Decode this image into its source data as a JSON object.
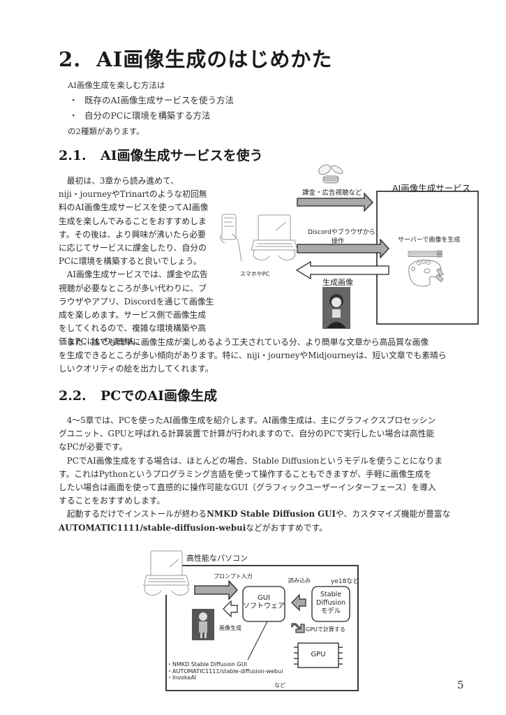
{
  "chapter": {
    "number": "2.",
    "title": "AI画像生成のはじめかた"
  },
  "intro": {
    "lead": "AI画像生成を楽しむ方法は",
    "bullets": [
      "既存のAI画像生成サービスを使う方法",
      "自分のPCに環境を構築する方法"
    ],
    "tail": "の2種類があります。"
  },
  "section_2_1": {
    "number": "2.1.",
    "title": "AI画像生成サービスを使う",
    "paragraphs": [
      "最初は、3章から読み進めて、",
      "niji・journeyやTrinartのような初回無料のAI画像生成サービスを使ってAI画像生成を楽しんでみることをおすすめします。その後は、より興味が沸いたら必要に応じてサービスに課金したり、自分のPCに環境を構築すると良いでしょう。",
      "AI画像生成サービスでは、課金や広告視聴が必要なところが多い代わりに、ブラウザやアプリ、Discordを通じて画像生成を楽しめます。サービス側で画像生成をしてくれるので、複雑な環境構築や高価なPCはいりません。",
      "また、誰でも簡単に画像生成が楽しめるよう工夫されている分、より簡単な文章から高品質な画像を生成できるところが多い傾向があります。特に、niji・journeyやMidjourneyは、短い文章でも素晴らしいクオリティの絵を出力してくれます。"
    ],
    "para1_lines": [
      "最初は、3章から読み進めて、",
      "niji・journeyやTrinartのような初回無",
      "料のAI画像生成サービスを使ってAI画像",
      "生成を楽しんでみることをおすすめしま",
      "す。その後は、より興味が沸いたら必要",
      "に応じてサービスに課金したり、自分の",
      "PCに環境を構築すると良いでしょう。"
    ],
    "para2_lines": [
      "AI画像生成サービスでは、課金や広告",
      "視聴が必要なところが多い代わりに、ブ",
      "ラウザやアプリ、Discordを通じて画像生",
      "成を楽しめます。サービス側で画像生成",
      "をしてくれるので、複雑な環境構築や高",
      "価なPCはいりません。"
    ],
    "para3_lines": [
      "また、誰でも簡単に画像生成が楽しめるよう工夫されている分、より簡単な文章から高品質な画像",
      "を生成できるところが多い傾向があります。特に、niji・journeyやMidjourneyは、短い文章でも素晴ら",
      "しいクオリティの絵を出力してくれます。"
    ],
    "diagram": {
      "service_title": "AI画像生成サービス",
      "arrow_pay_label": "課金・広告視聴など",
      "arrow_operate_label_1": "Discordやブラウザから",
      "arrow_operate_label_2": "操作",
      "server_label": "サーバーで画像を生成",
      "device_label": "スマホやPC",
      "generated_label": "生成画像"
    }
  },
  "section_2_2": {
    "number": "2.2.",
    "title": "PCでのAI画像生成",
    "lines": [
      "4〜5章では、PCを使ったAI画像生成を紹介します。AI画像生成は、主にグラフィクスプロセッシン",
      "グユニット、GPUと呼ばれる計算装置で計算が行われますので、自分のPCで実行したい場合は高性能",
      "なPCが必要です。",
      "PCでAI画像生成をする場合は、ほとんどの場合、Stable Diffusionというモデルを使うことになりま",
      "す。これはPythonというプログラミング言語を使って操作することもできますが、手軽に画像生成を",
      "したい場合は画面を使って直感的に操作可能なGUI（グラフィックユーザーインターフェース）を導入",
      "することをおすすめします。",
      "起動するだけでインストールが終わる",
      "NMKD Stable Diffusion GUI",
      "や、カスタマイズ機能が豊富な",
      "AUTOMATIC1111/stable-diffusion-webui",
      "などがおすすめです。"
    ],
    "diagram": {
      "pc_label": "高性能なパソコン",
      "prompt_label": "プロンプト入力",
      "load_label": "読み込み",
      "model_example": "ye18など",
      "gui_line1": "GUI",
      "gui_line2": "ソフトウェア",
      "model_line1": "Stable",
      "model_line2": "Diffusion",
      "model_line3": "モデル",
      "generate_label": "画像生成",
      "gpu_compute_label": "GPUで計算する",
      "gpu_label": "GPU",
      "software_list": [
        "・NMKD Stable Diffusion GUI",
        "・AUTOMATIC1111/stable-diffusion-webui",
        "・InvokeAI"
      ],
      "etc_label": "など"
    }
  },
  "page_number": "5"
}
